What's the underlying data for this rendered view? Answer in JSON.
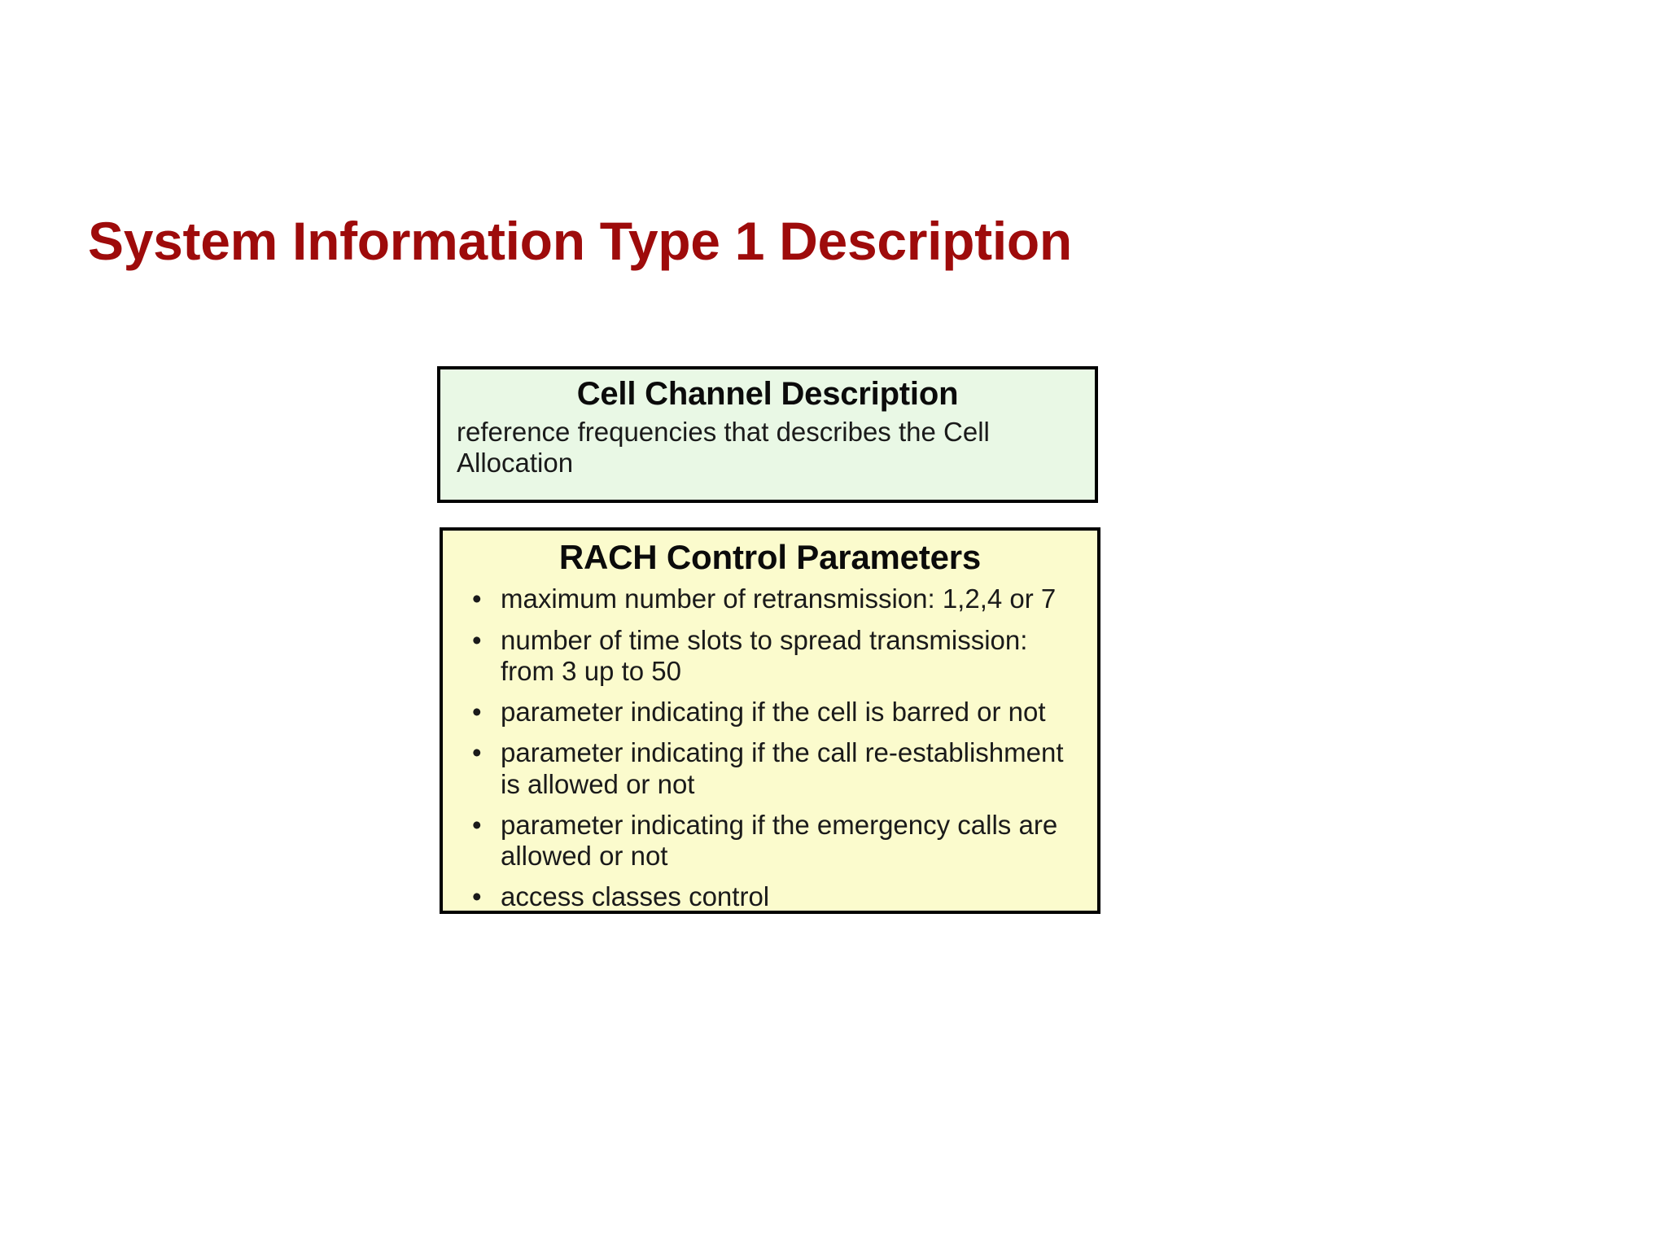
{
  "slide": {
    "background_color": "#ffffff",
    "title": "System Information Type 1 Description",
    "title_color": "#9e0b0b"
  },
  "boxes": [
    {
      "id": "cell-channel-description",
      "heading": "Cell Channel Description",
      "body": "reference frequencies that describes the Cell Allocation",
      "fill_color": "#e9f8e5",
      "border_color": "#000000"
    },
    {
      "id": "rach-control-parameters",
      "heading": "RACH Control Parameters",
      "fill_color": "#fbfbcd",
      "border_color": "#000000",
      "bullet_glyph": "•",
      "bullets": [
        "maximum number of retransmission: 1,2,4 or 7",
        "number of time slots to spread transmission: from 3 up to 50",
        "parameter indicating if the cell is barred or not",
        "parameter indicating if the call re-establishment is allowed or not",
        "parameter indicating if the emergency calls are allowed or not",
        "access classes control"
      ]
    }
  ]
}
